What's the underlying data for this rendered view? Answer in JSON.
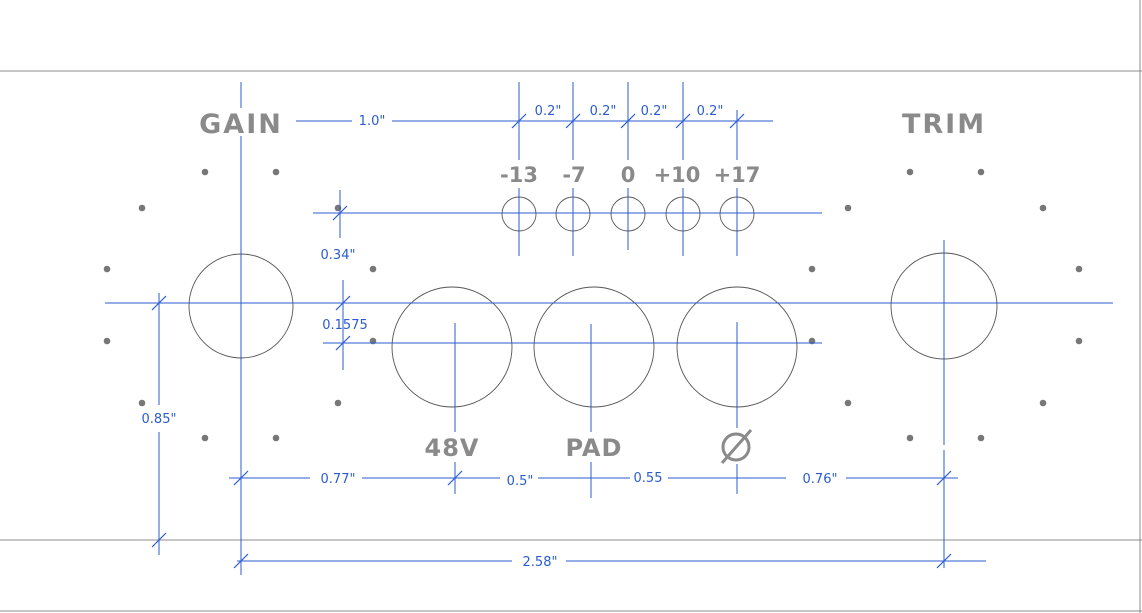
{
  "labels": {
    "gain": "GAIN",
    "trim": "TRIM",
    "pad_steps": [
      "-13",
      "-7",
      "0",
      "+10",
      "+17"
    ],
    "phantom": "48V",
    "pad": "PAD"
  },
  "dimensions": {
    "gain_to_first_led": "1.0\"",
    "led_pitch": [
      "0.2\"",
      "0.2\"",
      "0.2\"",
      "0.2\""
    ],
    "led_row_offset": "0.34\"",
    "switch_row_offset": "0.1575",
    "gain_height": "0.85\"",
    "gain_to_48v": "0.77\"",
    "48v_to_pad": "0.5\"",
    "pad_to_phase": "0.55",
    "phase_to_trim": "0.76\"",
    "gain_to_trim": "2.58\""
  },
  "icons": {
    "phase": "phase-invert-icon"
  },
  "colors": {
    "dimension": "#2b5ccf",
    "silkscreen": "#8a8a8a",
    "panel_edge": "#8c8c8c"
  }
}
